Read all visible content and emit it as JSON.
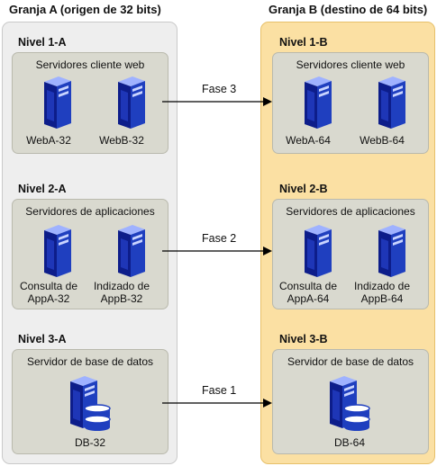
{
  "farm_a": {
    "title": "Granja A (origen de 32 bits)",
    "tiers": [
      {
        "title": "Nivel 1-A",
        "box": "Servidores cliente web",
        "servers": [
          "WebA-32",
          "WebB-32"
        ]
      },
      {
        "title": "Nivel 2-A",
        "box": "Servidores de aplicaciones",
        "servers": [
          "Consulta de\nAppA-32",
          "Indizado de\nAppB-32"
        ]
      },
      {
        "title": "Nivel 3-A",
        "box": "Servidor de base de datos",
        "servers": [
          "DB-32"
        ]
      }
    ]
  },
  "farm_b": {
    "title": "Granja B (destino de 64 bits)",
    "tiers": [
      {
        "title": "Nivel 1-B",
        "box": "Servidores cliente web",
        "servers": [
          "WebA-64",
          "WebB-64"
        ]
      },
      {
        "title": "Nivel 2-B",
        "box": "Servidores de aplicaciones",
        "servers": [
          "Consulta de\nAppA-64",
          "Indizado de\nAppB-64"
        ]
      },
      {
        "title": "Nivel 3-B",
        "box": "Servidor de base de datos",
        "servers": [
          "DB-64"
        ]
      }
    ]
  },
  "phases": [
    "Fase 3",
    "Fase 2",
    "Fase 1"
  ],
  "colors": {
    "farm_a_bg": "#eeeeee",
    "farm_b_bg": "#fbe0a3",
    "tier_box": "#d9d9cf",
    "server_blue": "#1f3fbf"
  },
  "icons": {
    "server": "server-icon",
    "database": "database-server-icon"
  }
}
